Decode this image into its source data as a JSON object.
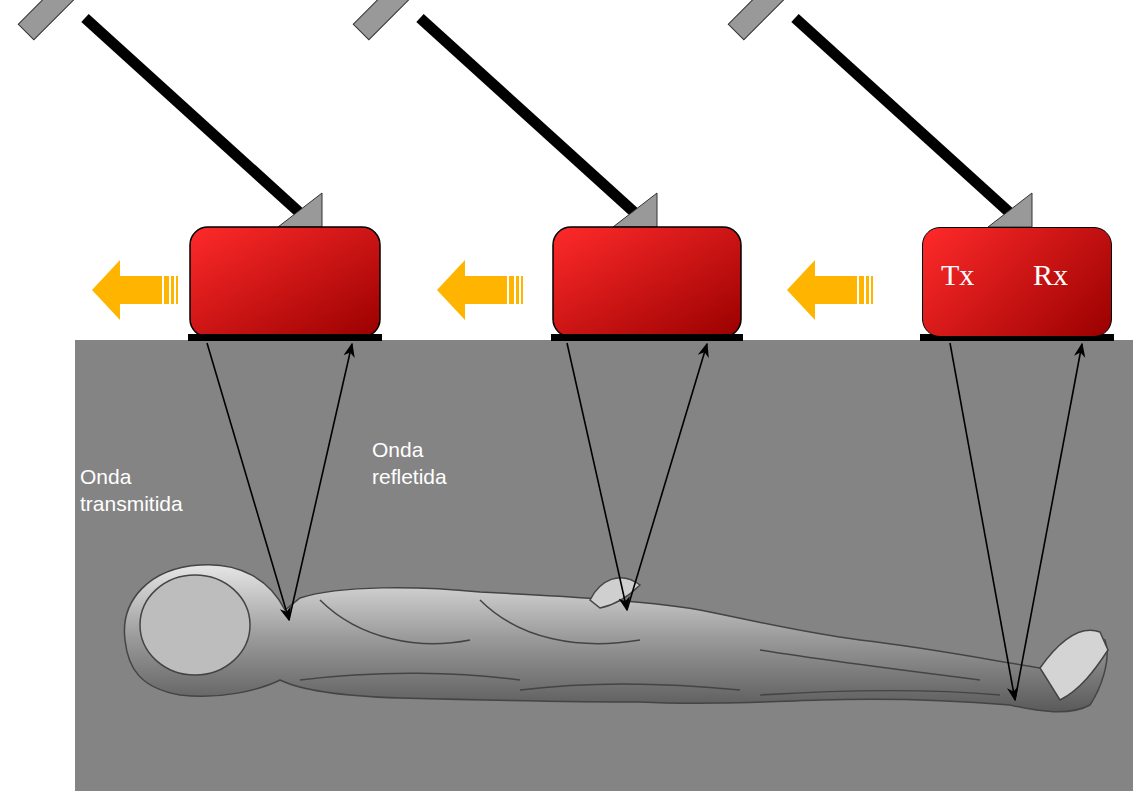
{
  "diagram": {
    "nodes": [
      {
        "text": [
          "Tx",
          "Rx"
        ]
      }
    ],
    "labels": [
      "Onda transmitida",
      "Onda refletida"
    ]
  }
}
